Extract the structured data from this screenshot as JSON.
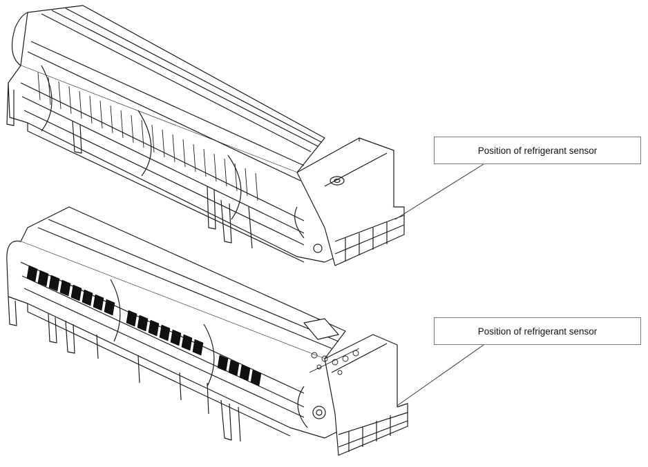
{
  "diagram": {
    "units": [
      {
        "id": "upper-unit",
        "description_visible": false
      },
      {
        "id": "lower-unit",
        "description_visible": false
      }
    ],
    "callouts": [
      {
        "label": "Position of refrigerant sensor"
      },
      {
        "label": "Position of refrigerant sensor"
      }
    ],
    "colors": {
      "line": "#1a1a1a",
      "accent_fill": "#000000",
      "leader": "#333333",
      "box_border": "#7a7a7a"
    }
  }
}
